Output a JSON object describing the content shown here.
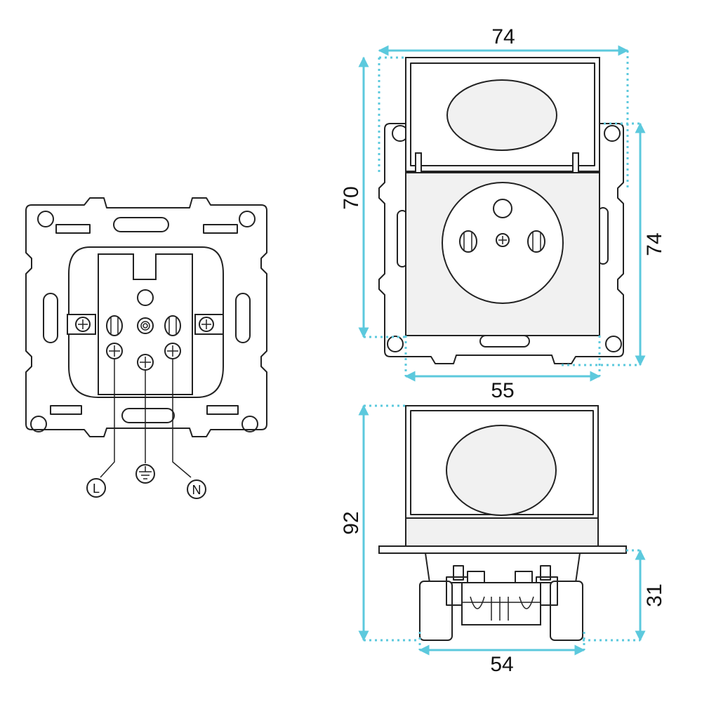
{
  "dimensions": {
    "top_width": "74",
    "left_height": "70",
    "right_height": "74",
    "inner_width": "55",
    "side_height": "92",
    "depth": "31",
    "bottom_width": "54"
  },
  "terminals": {
    "live": "L",
    "neutral": "N"
  },
  "colors": {
    "dimension_line": "#5cc9dd",
    "outline": "#222222"
  },
  "icons": {
    "earth": "earth-ground-icon",
    "screw": "screw-plus-icon"
  }
}
